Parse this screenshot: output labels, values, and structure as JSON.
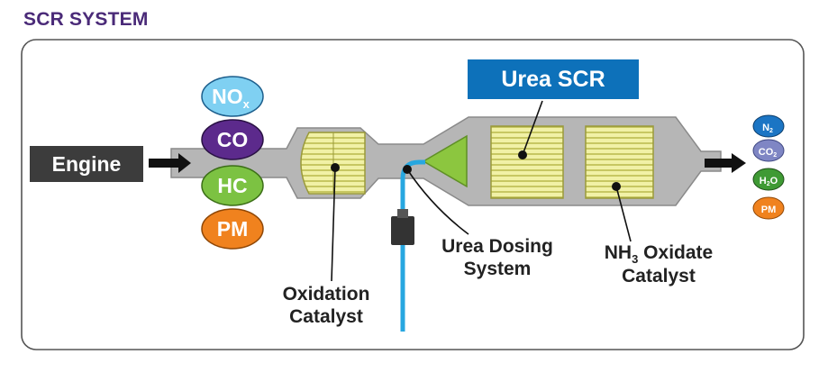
{
  "title": "SCR SYSTEM",
  "engine_label": "Engine",
  "inputs": [
    {
      "label": "NO",
      "sub": "x",
      "color": "#7fd0f2",
      "text_color": "#ffffff"
    },
    {
      "label": "CO",
      "sub": "",
      "color": "#5c2a8c",
      "text_color": "#ffffff"
    },
    {
      "label": "HC",
      "sub": "",
      "color": "#7cc242",
      "text_color": "#ffffff"
    },
    {
      "label": "PM",
      "sub": "",
      "color": "#f0821e",
      "text_color": "#ffffff"
    }
  ],
  "outputs": [
    {
      "label": "N",
      "sub": "2",
      "tail": "",
      "color": "#1b75c4"
    },
    {
      "label": "CO",
      "sub": "2",
      "tail": "",
      "color": "#7f86c4"
    },
    {
      "label": "H",
      "sub": "2",
      "tail": "O",
      "color": "#3f9a34"
    },
    {
      "label": "PM",
      "sub": "",
      "tail": "",
      "color": "#f0821e"
    }
  ],
  "urea_scr_label": "Urea SCR",
  "oxidation_catalyst": {
    "line1": "Oxidation",
    "line2": "Catalyst"
  },
  "urea_dosing": {
    "line1": "Urea Dosing",
    "line2": "System"
  },
  "nh3_oxidate": {
    "line1_pre": "NH",
    "line1_sub": "3",
    "line1_post": " Oxidate",
    "line2": "Catalyst"
  },
  "colors": {
    "title": "#4a2a78",
    "pipe": "#b6b6b6",
    "pipe_edge": "#8a8a8a",
    "catalyst": "#f1f1a6",
    "catalyst_line": "#b5b544",
    "injector_cone": "#8cc63f",
    "dosing_line": "#27a7e0",
    "engine_box": "#3c3c3c",
    "scr_box": "#0d71ba"
  }
}
